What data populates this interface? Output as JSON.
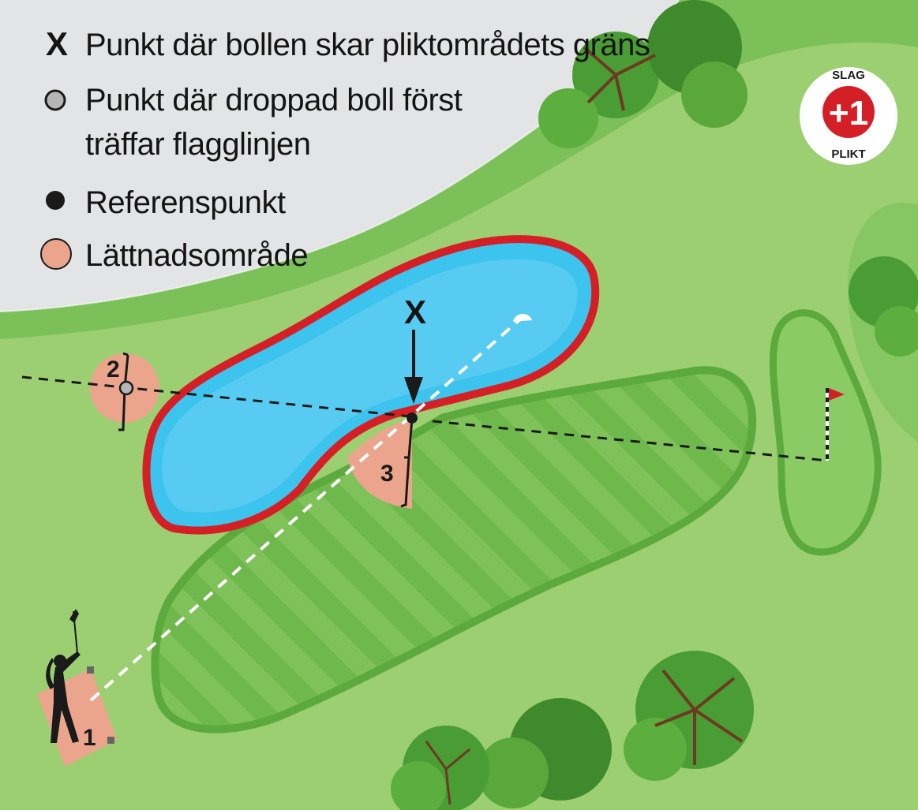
{
  "legend": {
    "items": [
      {
        "symbol": "X",
        "lines": [
          "Punkt där bollen skar pliktområdets gräns"
        ]
      },
      {
        "symbol": "gray-circle",
        "lines": [
          "Punkt där droppad boll först",
          "träffar flagglinjen"
        ]
      },
      {
        "symbol": "black-dot",
        "lines": [
          "Referenspunkt"
        ]
      },
      {
        "symbol": "salmon-circle",
        "lines": [
          "Lättnadsområde"
        ]
      }
    ]
  },
  "badge": {
    "top": "SLAG",
    "value": "+1",
    "bottom": "PLIKT"
  },
  "markers": {
    "one": "1",
    "two": "2",
    "three": "3",
    "x": "X"
  },
  "colors": {
    "rough": "#7cc05a",
    "lightRough": "#9ccf72",
    "fairway": "#86c763",
    "water": "#3cc3ee",
    "waterBorder": "#d41f26",
    "relief": "#eba58c",
    "sky": "#e3e4e5",
    "badgeRed": "#d41f26"
  },
  "icons": [
    "golfer-icon",
    "flag-icon",
    "tree-icon"
  ]
}
